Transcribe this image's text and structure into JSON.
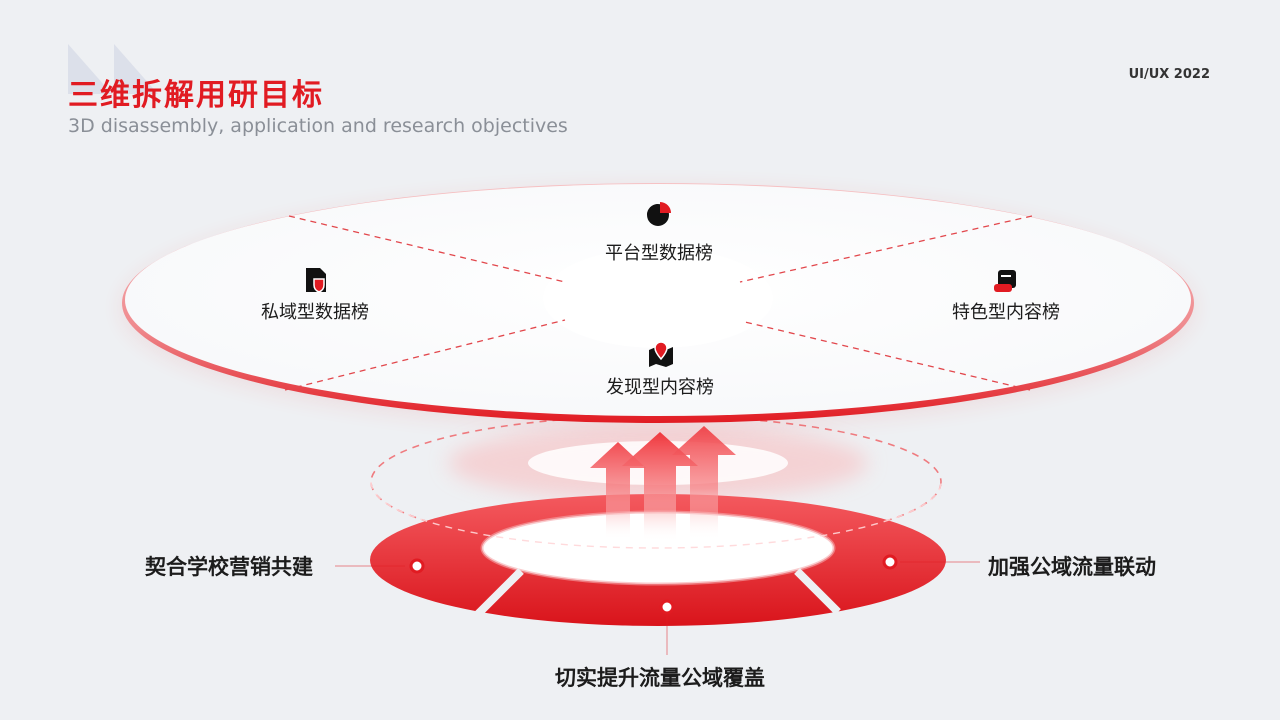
{
  "header": {
    "title": "三维拆解用研目标",
    "subtitle": "3D disassembly, application and research objectives",
    "badge": "UI/UX 2022"
  },
  "disc": {
    "items": [
      {
        "label": "平台型数据榜",
        "icon": "pie-chart-icon"
      },
      {
        "label": "私域型数据榜",
        "icon": "shield-document-icon"
      },
      {
        "label": "特色型内容榜",
        "icon": "scroll-icon"
      },
      {
        "label": "发现型内容榜",
        "icon": "map-pin-icon"
      }
    ]
  },
  "ring": {
    "items": [
      {
        "label": "契合学校营销共建"
      },
      {
        "label": "加强公域流量联动"
      },
      {
        "label": "切实提升流量公域覆盖"
      }
    ]
  },
  "colors": {
    "accent": "#e11b22",
    "text": "#1c1c1c",
    "muted": "#8a8f97",
    "background": "#eef0f3"
  }
}
